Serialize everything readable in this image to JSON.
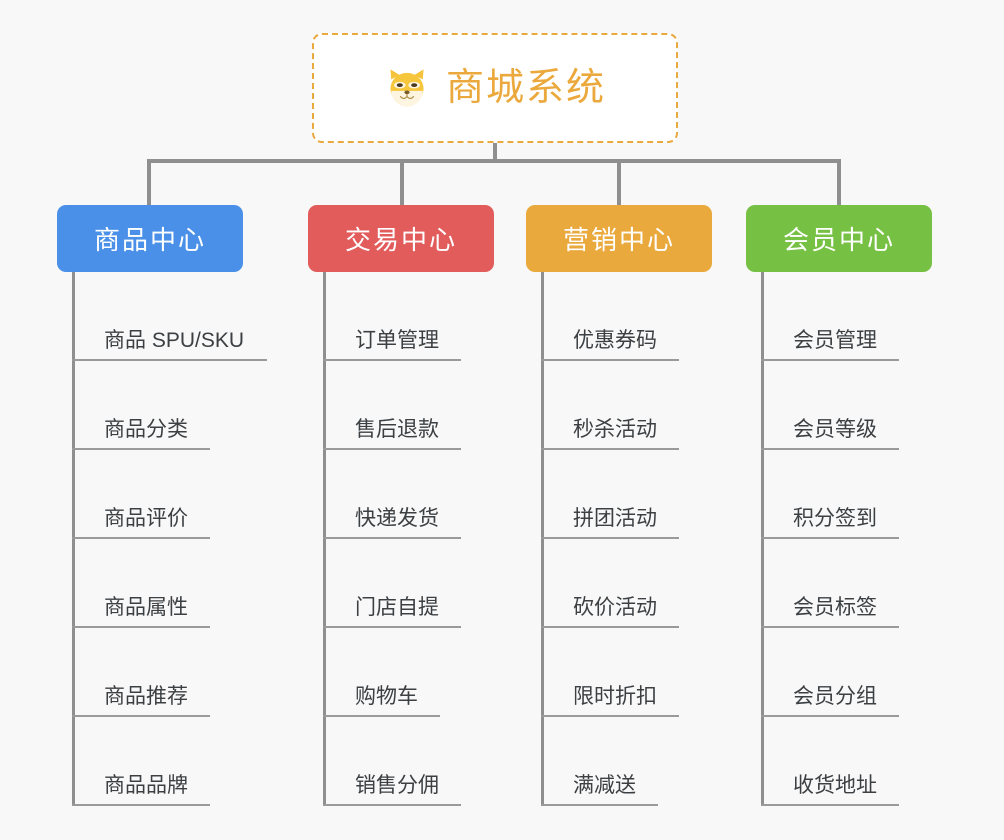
{
  "background_color": "#f8f8f8",
  "root": {
    "title": "商城系统",
    "icon": "shiba-dog-icon",
    "text_color": "#eba93d",
    "border_color": "#e9a93f",
    "fill_color": "#ffffff"
  },
  "connector_color": "#8f8f8f",
  "columns": [
    {
      "title": "商品中心",
      "color": "#4a90e8",
      "items": [
        "商品 SPU/SKU",
        "商品分类",
        "商品评价",
        "商品属性",
        "商品推荐",
        "商品品牌"
      ]
    },
    {
      "title": "交易中心",
      "color": "#e25c5c",
      "items": [
        "订单管理",
        "售后退款",
        "快递发货",
        "门店自提",
        "购物车",
        "销售分佣"
      ]
    },
    {
      "title": "营销中心",
      "color": "#eaa93c",
      "items": [
        "优惠券码",
        "秒杀活动",
        "拼团活动",
        "砍价活动",
        "限时折扣",
        "满减送"
      ]
    },
    {
      "title": "会员中心",
      "color": "#76c043",
      "items": [
        "会员管理",
        "会员等级",
        "积分签到",
        "会员标签",
        "会员分组",
        "收货地址"
      ]
    }
  ]
}
